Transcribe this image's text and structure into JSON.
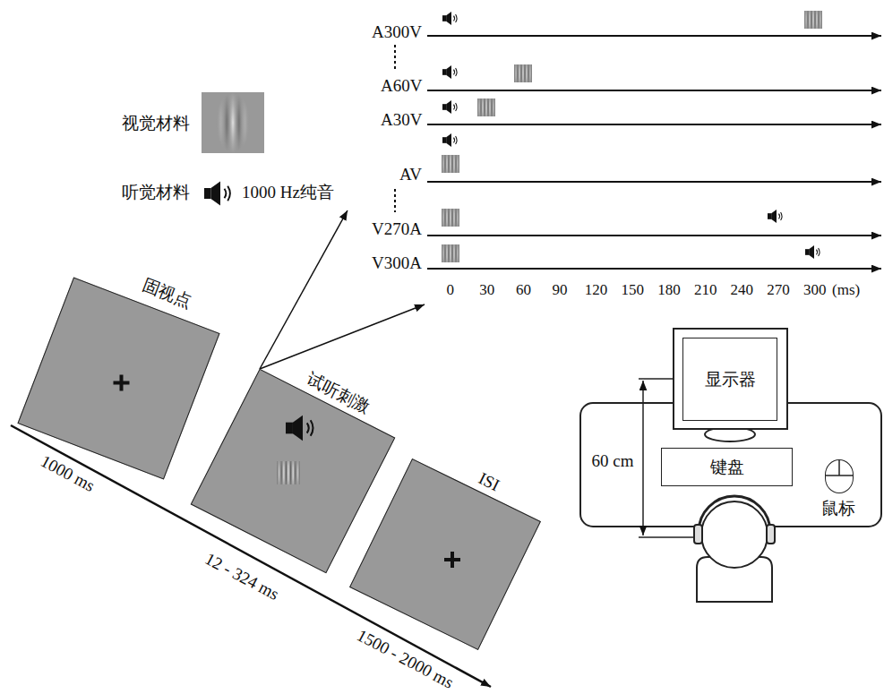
{
  "diagram": {
    "nodes": [
      {
        "text": [
          "固视点"
        ]
      },
      {
        "text": [
          "试听刺激"
        ]
      },
      {
        "text": [
          "ISI"
        ]
      },
      {
        "text": [
          "显示器"
        ]
      },
      {
        "text": [
          "键盘"
        ]
      },
      {
        "text": [
          "鼠标"
        ]
      }
    ],
    "labels": [
      "A300V",
      "A60V",
      "A30V",
      "AV",
      "V270A",
      "V300A",
      "0",
      "30",
      "60",
      "90",
      "120",
      "150",
      "180",
      "210",
      "240",
      "270",
      "300",
      "(ms)",
      "视觉材料",
      "听觉材料",
      "1000 Hz纯音",
      "1000 ms",
      "12 - 324 ms",
      "1500 - 2000 ms",
      "60 cm"
    ]
  }
}
